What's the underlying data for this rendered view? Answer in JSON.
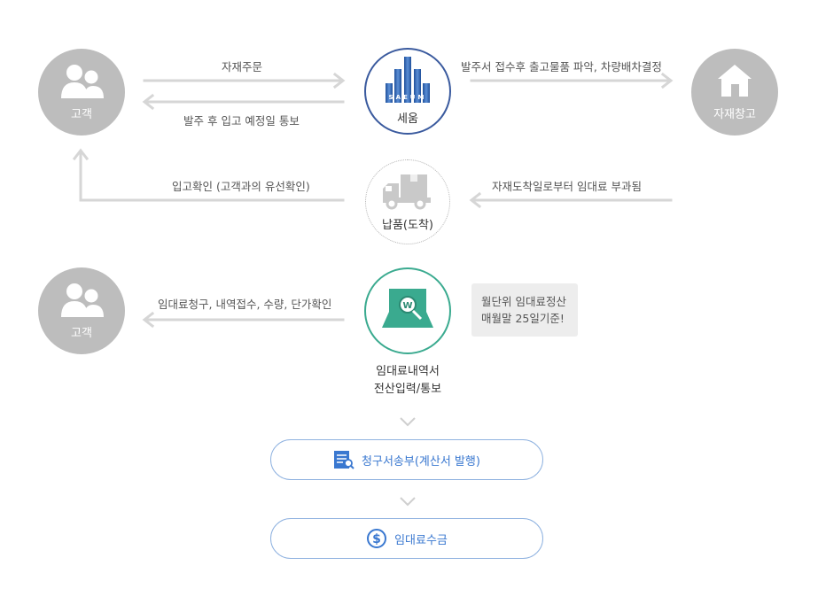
{
  "nodes": {
    "customer_top": "고객",
    "saeum": "세움",
    "saeum_logo_text": "SAEUM",
    "warehouse": "자재창고",
    "delivery": "납품(도착)",
    "customer_bottom": "고객",
    "rental_line1": "임대료내역서",
    "rental_line2": "전산입력/통보"
  },
  "edges": {
    "order": "자재주문",
    "notify": "발주 후 입고 예정일 통보",
    "dispatch": "발주서 접수후 출고물품 파악, 차량배차결정",
    "receive_confirm": "입고확인 (고객과의 유선확인)",
    "charge_from_arrival": "자재도착일로부터 임대료 부과됨",
    "rental_items": "임대료청구, 내역접수, 수량, 단가확인"
  },
  "note": {
    "line1": "월단위 임대료정산",
    "line2": "매월말 25일기준!"
  },
  "steps": {
    "invoice": "청구서송부(계산서 발행)",
    "payment": "임대료수금"
  },
  "colors": {
    "gray_circle": "#bdbdbd",
    "saeum_border": "#3a5a9e",
    "teal": "#3aaa8f",
    "blue": "#3a78d0",
    "arrow": "#d8d8d8"
  }
}
